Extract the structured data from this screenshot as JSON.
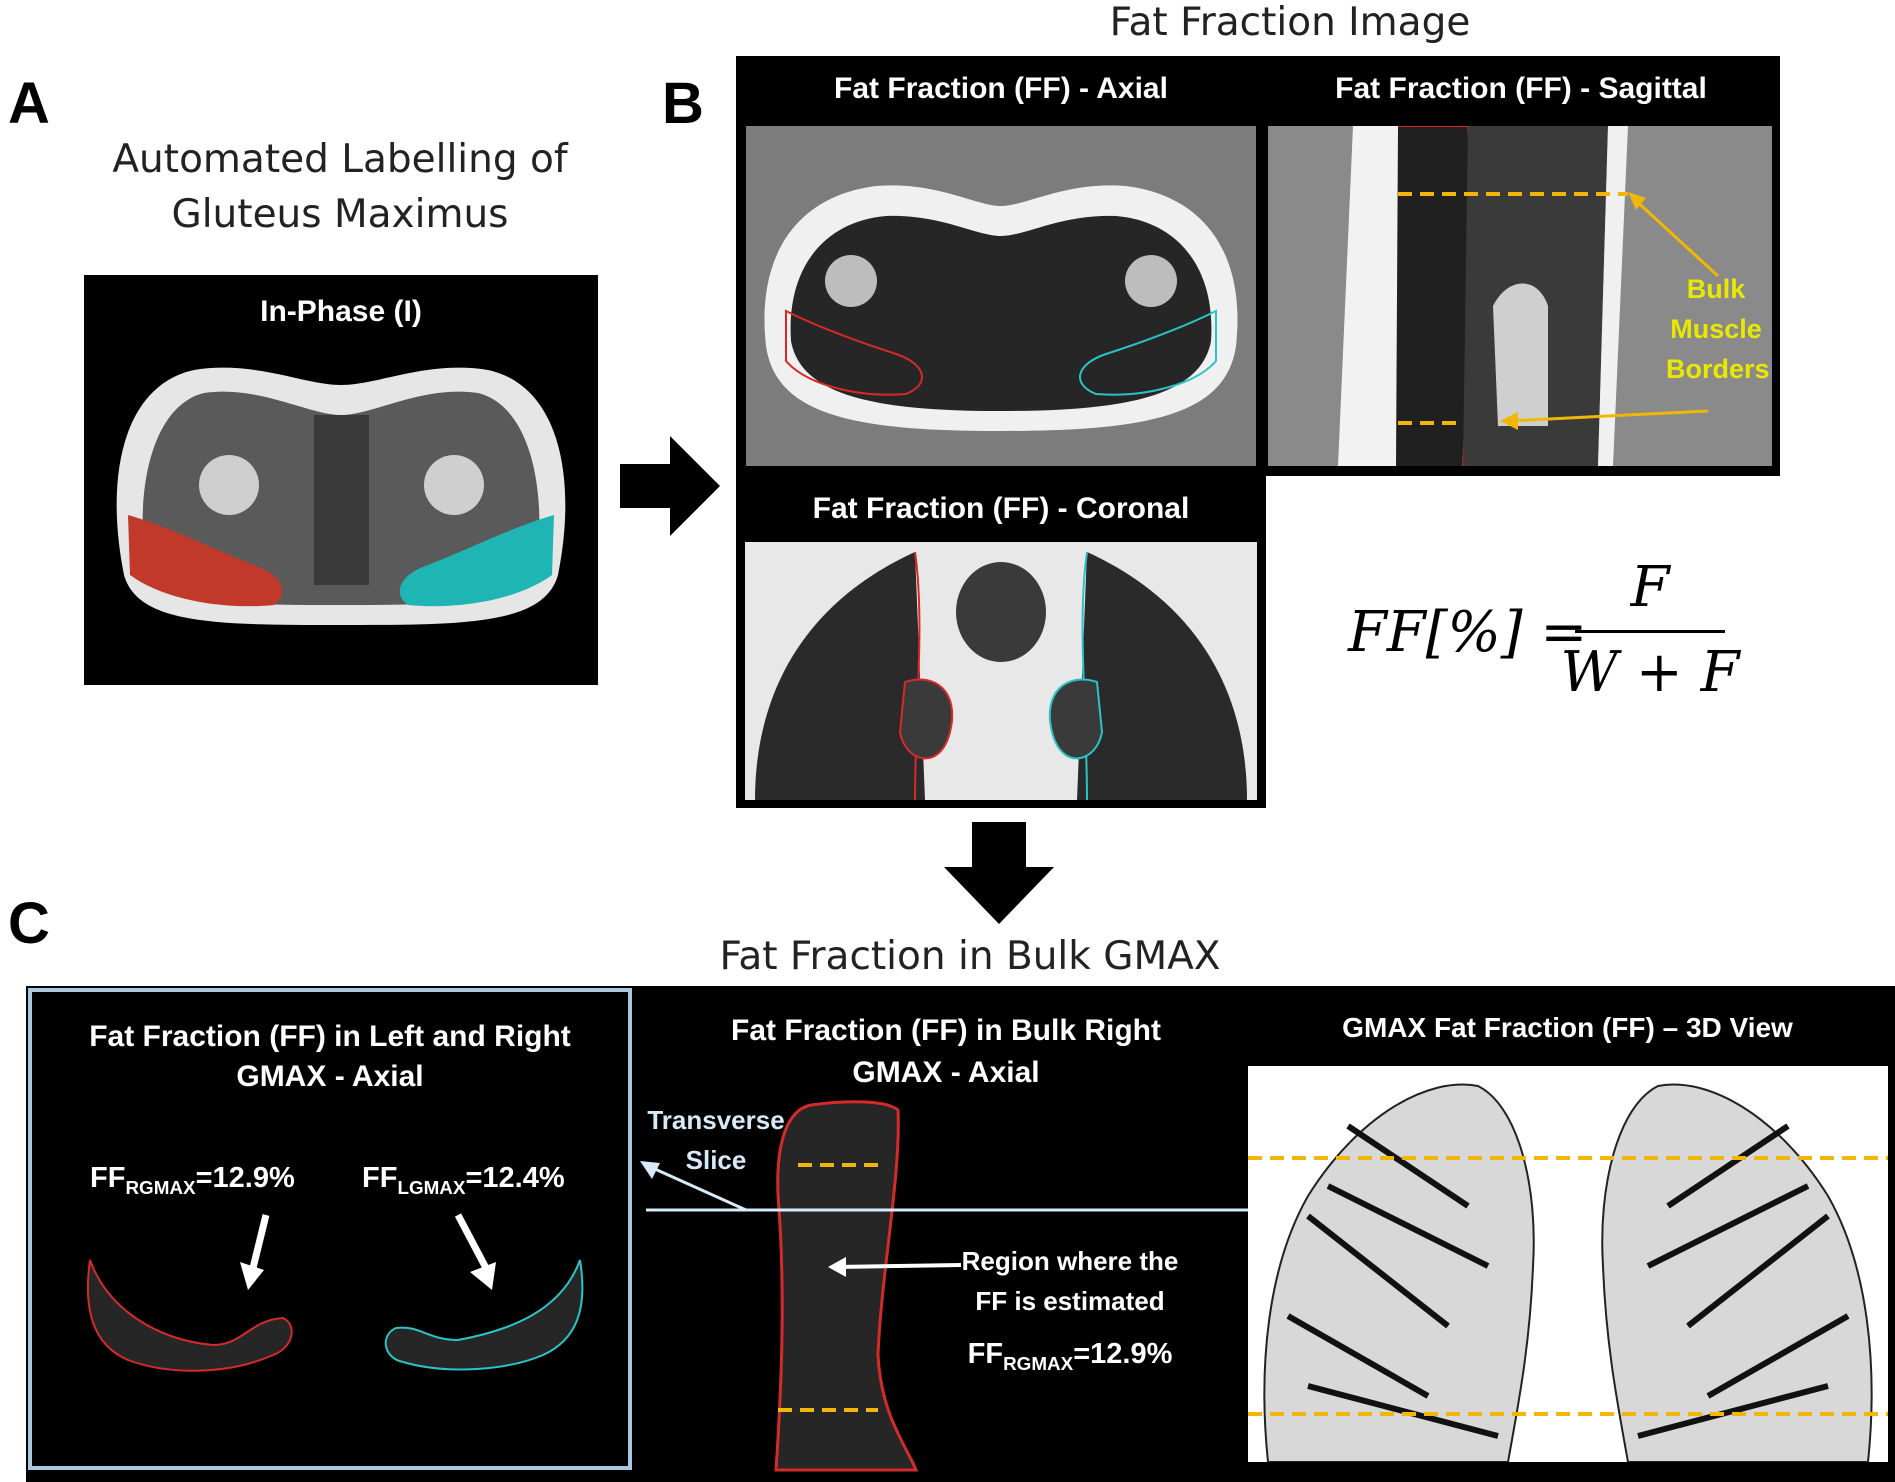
{
  "figure": {
    "panel_a": {
      "letter": "A",
      "caption_line1": "Automated Labelling of",
      "caption_line2": "Gluteus Maximus",
      "image_title": "In-Phase (I)"
    },
    "panel_b": {
      "letter": "B",
      "caption": "Fat Fraction Image",
      "axial_title": "Fat Fraction (FF) - Axial",
      "sagittal_title": "Fat Fraction (FF) - Sagittal",
      "coronal_title": "Fat Fraction (FF) - Coronal",
      "annotation_line1": "Bulk",
      "annotation_line2": "Muscle",
      "annotation_line3": "Borders",
      "formula": {
        "lhs": "FF[%] =",
        "numerator": "F",
        "denominator": "W + F"
      }
    },
    "panel_c": {
      "letter": "C",
      "caption": "Fat Fraction in Bulk GMAX",
      "left_title_line1": "Fat Fraction (FF) in Left and Right",
      "left_title_line2": "GMAX - Axial",
      "ff_right_label": "FF",
      "ff_right_sub": "RGMAX",
      "ff_right_value": "=12.9%",
      "ff_left_label": "FF",
      "ff_left_sub": "LGMAX",
      "ff_left_value": "=12.4%",
      "middle_title_line1": "Fat Fraction (FF) in Bulk Right",
      "middle_title_line2": "GMAX - Axial",
      "transverse_line1": "Transverse",
      "transverse_line2": "Slice",
      "region_line1": "Region where the",
      "region_line2": "FF is estimated",
      "region_ff_label": "FF",
      "region_ff_sub": "RGMAX",
      "region_ff_value": "=12.9%",
      "right_title": "GMAX Fat Fraction (FF) – 3D View"
    },
    "colors": {
      "right_muscle": "#d42a2a",
      "left_muscle": "#2bc4c4",
      "dash_lines": "#f2b705",
      "annotation": "#e8e800",
      "panel_c_border": "#a8c8e0",
      "slice_line": "#d6eaf8"
    }
  }
}
